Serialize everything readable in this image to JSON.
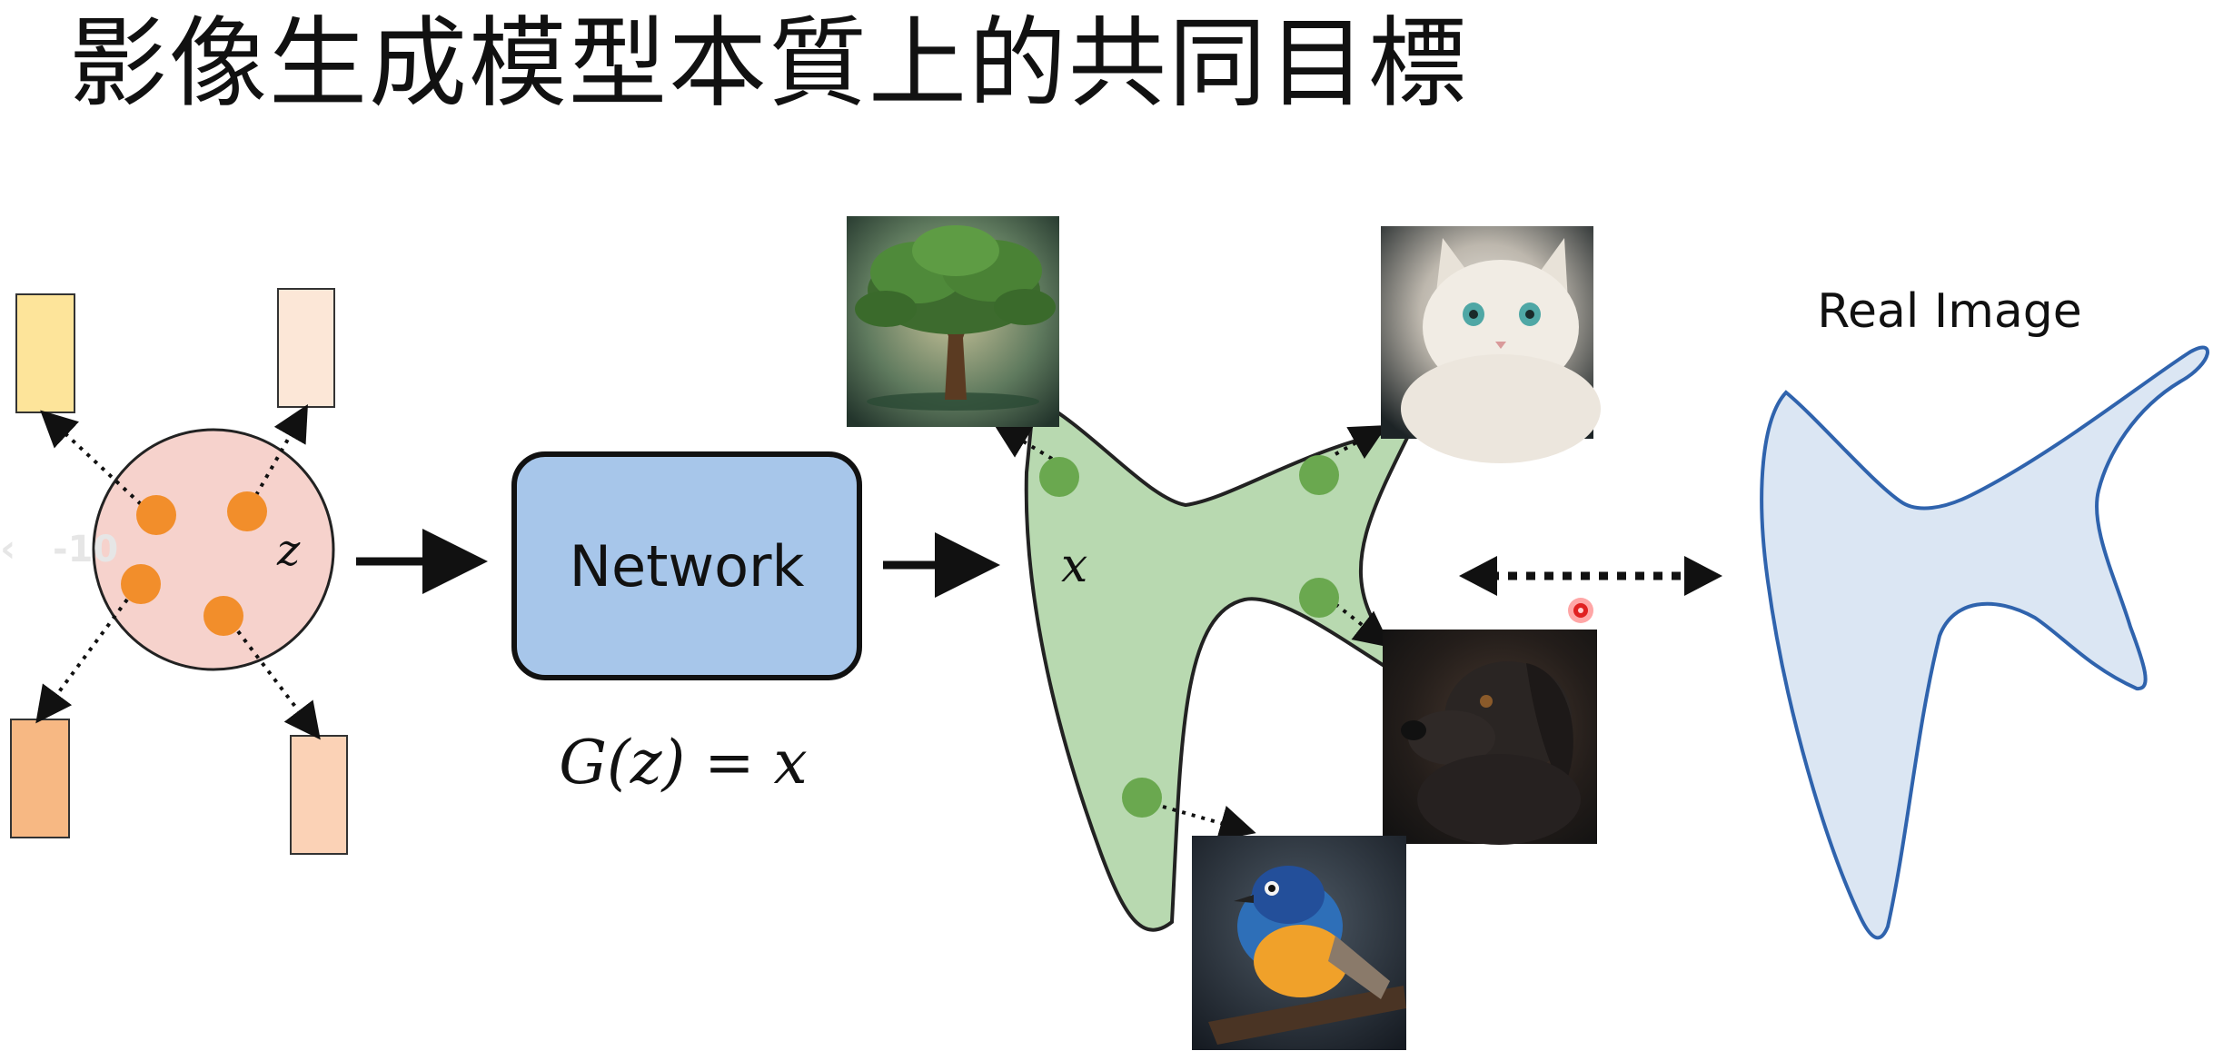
{
  "title": "影像生成模型本質上的共同目標",
  "latent_label": "z",
  "network_label": "Network",
  "formula": "G(z) = x",
  "output_label": "x",
  "real_label": "Real Image",
  "overlay_text": "-10",
  "colors": {
    "latent_circle": "#f6d2cc",
    "latent_dots": "#f28e2b",
    "network_box": "#a7c6ea",
    "output_blob": "#b8d9b0",
    "output_dots": "#6aa84f",
    "real_blob": "#dbe6f3",
    "real_blob_stroke": "#2f63ad",
    "laser_pointer": "#e02020"
  }
}
